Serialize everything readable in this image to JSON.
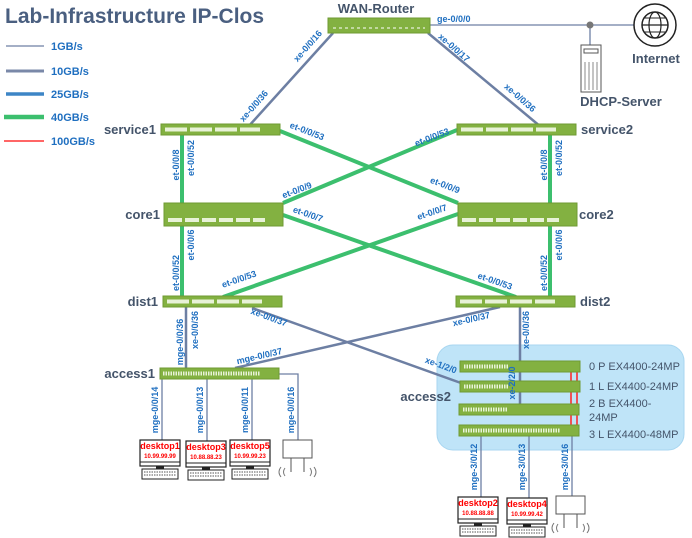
{
  "title": "Lab-Infrastructure IP-Clos",
  "legend": [
    {
      "label": "1GB/s",
      "color": "#6d7fa3"
    },
    {
      "label": "10GB/s",
      "color": "#7a88a8"
    },
    {
      "label": "25GB/s",
      "color": "#3d85c6"
    },
    {
      "label": "40GB/s",
      "color": "#3cbf6e"
    },
    {
      "label": "100GB/s",
      "color": "#ff3333"
    }
  ],
  "devices": {
    "wan": "WAN-Router",
    "internet": "Internet",
    "dhcp": "DHCP-Server",
    "service1": "service1",
    "service2": "service2",
    "core1": "core1",
    "core2": "core2",
    "dist1": "dist1",
    "dist2": "dist2",
    "access1": "access1",
    "access2": "access2"
  },
  "access2_stack": [
    "0 P EX4400-24MP",
    "1 L EX4400-24MP",
    "2 B EX4400-",
    "24MP",
    "3 L EX4400-48MP"
  ],
  "ports": {
    "wan_ge": "ge-0/0/0",
    "wan_s1": "xe-0/0/16",
    "s1_wan": "xe-0/0/36",
    "wan_s2": "xe-0/0/17",
    "s2_wan": "xe-0/0/36",
    "s1_c2": "et-0/0/53",
    "c2_s1": "et-0/0/9",
    "s2_c1": "et-0/0/53",
    "c1_s2": "et-0/0/9",
    "c1_d2": "et-0/0/7",
    "d2_c1": "et-0/0/53",
    "c2_d1": "et-0/0/7",
    "d1_c2": "et-0/0/53",
    "s1_c1_a": "et-0/0/8",
    "s1_c1_b": "et-0/0/52",
    "c1_d1_a": "et-0/0/52",
    "c1_d1_b": "et-0/0/6",
    "s2_c2_a": "et-0/0/8",
    "s2_c2_b": "et-0/0/52",
    "c2_d2_a": "et-0/0/52",
    "c2_d2_b": "et-0/0/6",
    "d1_a1_a": "mge-0/0/36",
    "d1_a1_b": "xe-0/0/36",
    "d1_a2": "xe-0/0/37",
    "a2_d1": "xe-1/2/0",
    "d2_a1": "xe-0/0/37",
    "a1_d2": "mge-0/0/37",
    "d2_a2": "xe-0/0/36",
    "a2_d2": "xe-2/2/0",
    "a1_p14": "mge-0/0/14",
    "a1_p13": "mge-0/0/13",
    "a1_p11": "mge-0/0/11",
    "a1_p16": "mge-0/0/16",
    "a2_p12": "mge-3/0/12",
    "a2_p13": "mge-3/0/13",
    "a2_p16": "mge-3/0/16"
  },
  "desktops": [
    {
      "name": "desktop1",
      "ip": "10.99.99.99"
    },
    {
      "name": "desktop3",
      "ip": "10.88.88.23"
    },
    {
      "name": "desktop5",
      "ip": "10.99.99.23"
    },
    {
      "name": "desktop2",
      "ip": "10.88.88.88"
    },
    {
      "name": "desktop4",
      "ip": "10.99.99.42"
    }
  ]
}
